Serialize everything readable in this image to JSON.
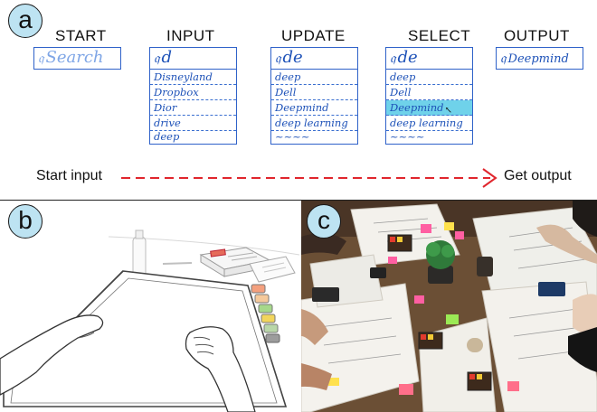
{
  "panels": {
    "a": {
      "badge": "a"
    },
    "b": {
      "badge": "b"
    },
    "c": {
      "badge": "c"
    }
  },
  "stages": {
    "start": {
      "title": "START",
      "query": "Search"
    },
    "input": {
      "title": "INPUT",
      "query": "d",
      "suggestions": [
        "Disneyland",
        "Dropbox",
        "Dior",
        "drive",
        "deep"
      ]
    },
    "update": {
      "title": "UPDATE",
      "query": "de",
      "suggestions": [
        "deep",
        "Dell",
        "Deepmind",
        "deep learning",
        "~~~~"
      ]
    },
    "select": {
      "title": "SELECT",
      "query": "de",
      "suggestions": [
        "deep",
        "Dell",
        "Deepmind",
        "deep learning",
        "~~~~"
      ],
      "highlighted": "Deepmind"
    },
    "output": {
      "title": "OUTPUT",
      "query": "Deepmind"
    }
  },
  "flow": {
    "start_label": "Start input",
    "end_label": "Get output"
  },
  "colors": {
    "ink": "#2f62c9",
    "highlight": "#6fd2ea",
    "arrow": "#e0262d",
    "badge": "#bde3f2"
  },
  "icons": {
    "search": "search-icon",
    "cursor": "cursor-icon"
  }
}
